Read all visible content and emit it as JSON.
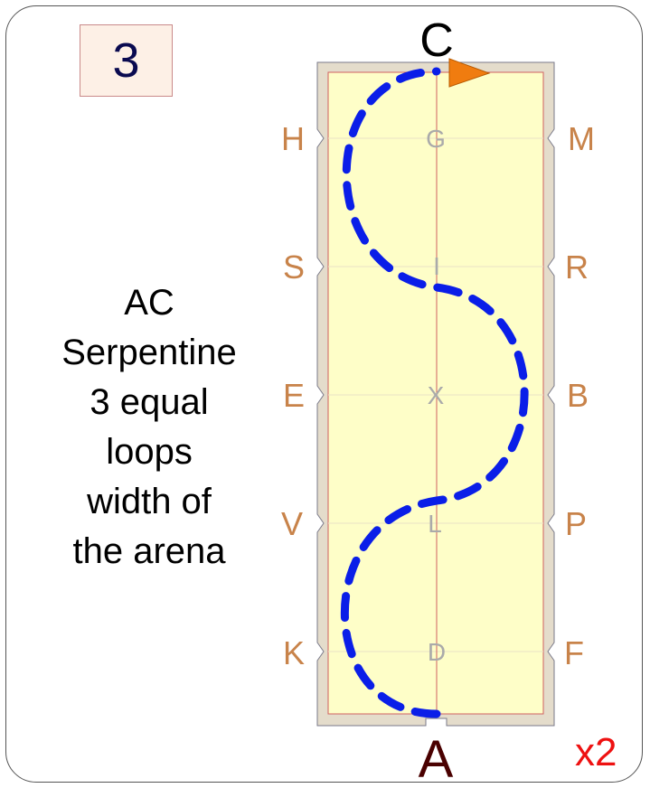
{
  "figure_number": "3",
  "description_lines": [
    "AC",
    "Serpentine",
    "3 equal",
    "loops",
    "width of",
    "the arena"
  ],
  "repeat_label": "x2",
  "arena": {
    "top_letter": "C",
    "bottom_letter": "A",
    "left_letters": [
      "H",
      "S",
      "E",
      "V",
      "K"
    ],
    "right_letters": [
      "M",
      "R",
      "B",
      "P",
      "F"
    ],
    "center_letters": [
      "G",
      "I",
      "X",
      "L",
      "D"
    ]
  },
  "colors": {
    "path": "#0a1ee8",
    "arrow": "#f07c0f",
    "letters": "#c8834a",
    "center_letters": "#aaaaaa",
    "arena_fill": "#fefec8",
    "arena_border": "#e4dccb",
    "times": "#ee1111"
  }
}
